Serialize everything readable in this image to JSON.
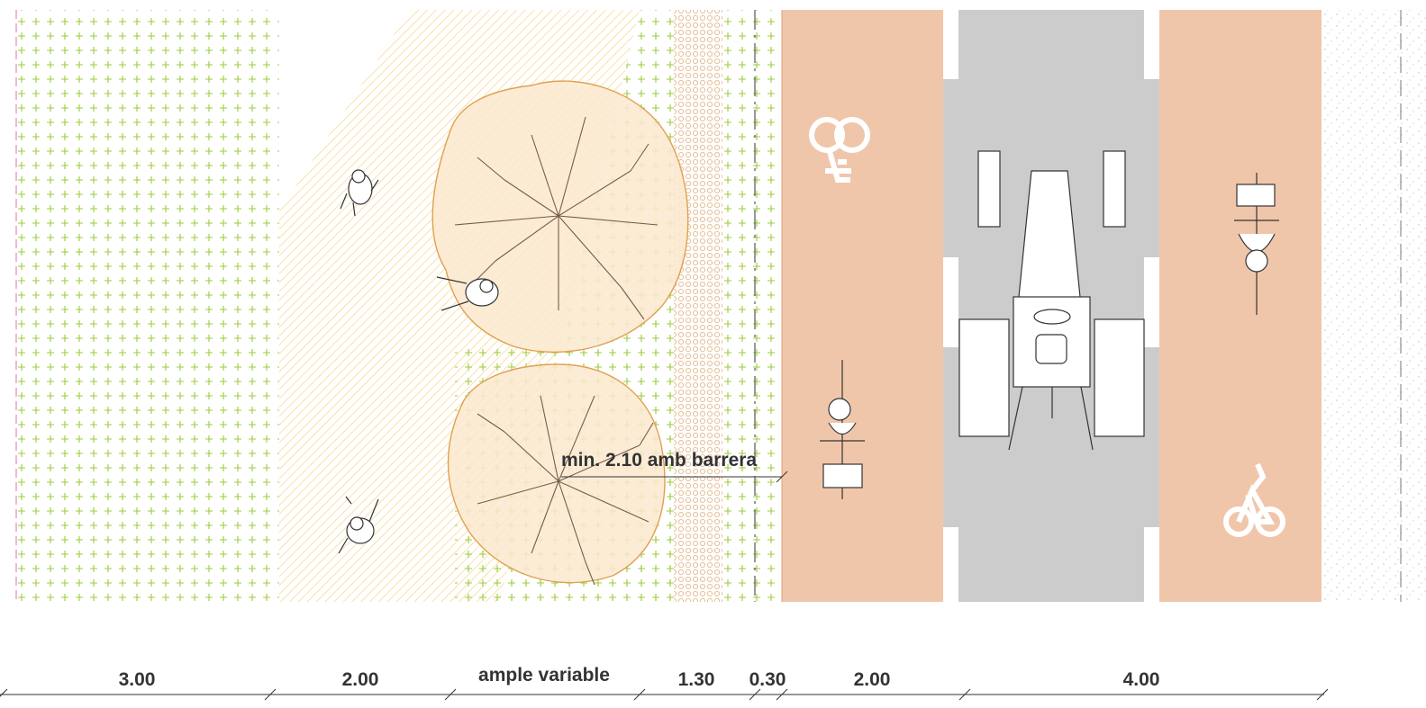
{
  "annotation": {
    "text": "min. 2.10 amb barrera"
  },
  "dimensions": [
    {
      "label": "3.00",
      "meaning": "green strip"
    },
    {
      "label": "2.00",
      "meaning": "pedestrian path"
    },
    {
      "label": "ample variable",
      "meaning": "tree zone"
    },
    {
      "label": "1.30",
      "meaning": "gravel strip"
    },
    {
      "label": "0.30",
      "meaning": "barrier"
    },
    {
      "label": "2.00",
      "meaning": "bike lane"
    },
    {
      "label": "4.00",
      "meaning": "road"
    }
  ],
  "colors": {
    "green_pattern": "#9ccc3c",
    "path_hatch": "#f3cf73",
    "tree_outline": "#e0a050",
    "tree_fill": "#fbe9cf",
    "bike_lane": "#f0c6ab",
    "road": "#cccccc",
    "dimension_text": "#333333"
  },
  "icons": [
    "pedestrian-icon",
    "tree-icon",
    "bicycle-symbol-icon",
    "cyclist-icon",
    "tractor-icon"
  ]
}
